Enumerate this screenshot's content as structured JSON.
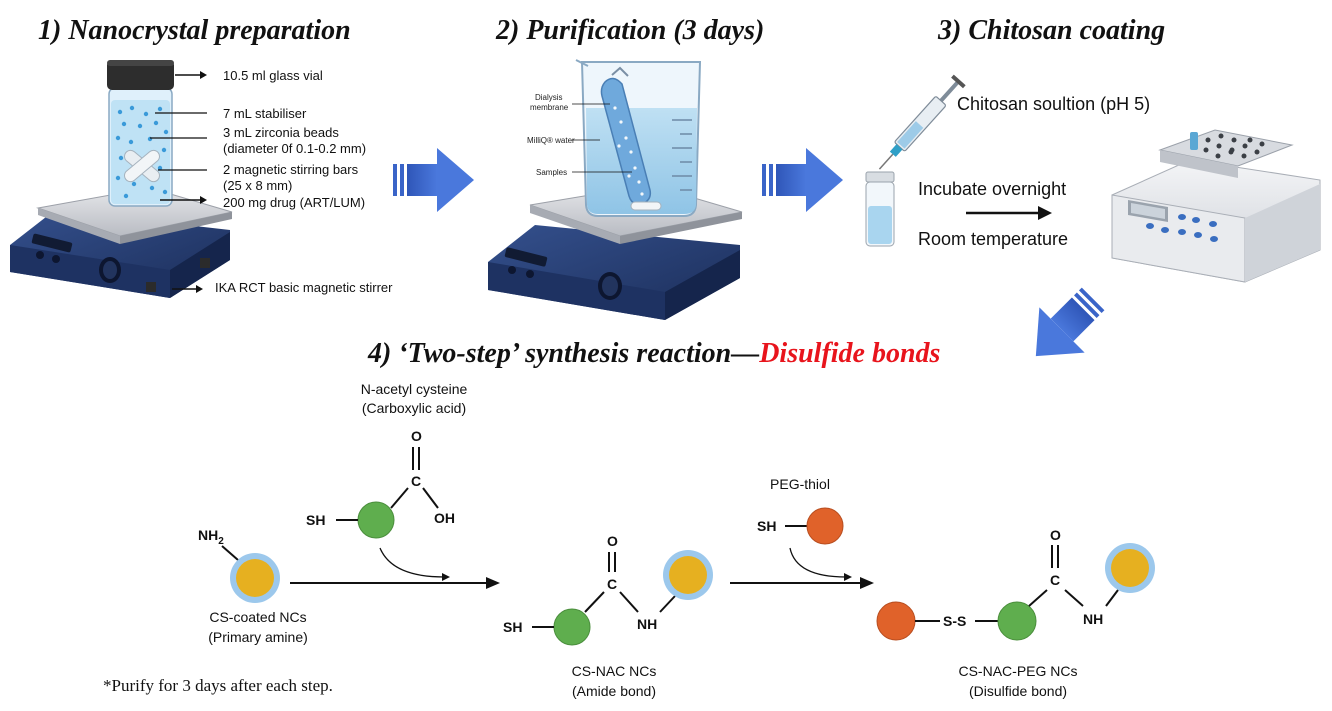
{
  "titles": {
    "step1": "1) Nanocrystal preparation",
    "step2": "2) Purification (3 days)",
    "step3": "3) Chitosan coating",
    "step4_prefix": "4) ‘Two-step’ synthesis reaction—",
    "step4_highlight": "Disulfide bonds"
  },
  "step1_labels": {
    "vial": "10.5 ml glass vial",
    "stabiliser": "7 mL stabiliser",
    "beads_line1": "3 mL zirconia beads",
    "beads_line2": "(diameter 0f 0.1-0.2 mm)",
    "bars_line1": "2 magnetic stirring bars",
    "bars_line2": "(25 x 8 mm)",
    "drug": "200 mg drug (ART/LUM)",
    "stirrer": "IKA RCT basic magnetic stirrer"
  },
  "step2_labels": {
    "membrane_line1": "Dialysis",
    "membrane_line2": "membrane",
    "water": "MilliQ® water",
    "samples": "Samples"
  },
  "step3_labels": {
    "chitosan": "Chitosan soultion (pH 5)",
    "incubate": "Incubate overnight",
    "room_temp": "Room temperature"
  },
  "reaction": {
    "nac_name": "N-acetyl cysteine",
    "nac_sub": "(Carboxylic acid)",
    "peg_name": "PEG-thiol",
    "cs_name": "CS-coated NCs",
    "cs_sub": "(Primary amine)",
    "csnac_name": "CS-NAC NCs",
    "csnac_sub": "(Amide bond)",
    "final_name": "CS-NAC-PEG NCs",
    "final_sub": "(Disulfide bond)",
    "atom_O": "O",
    "atom_C": "C",
    "atom_OH": "OH",
    "atom_SH": "SH",
    "atom_NH": "NH",
    "atom_NH2": "NH",
    "atom_NH2_sub": "2",
    "atom_SS": "S-S"
  },
  "footnote": "*Purify for 3 days after each step.",
  "colors": {
    "highlight": "#e8141c",
    "arrow_blue": "#3a64c8",
    "nc_gold": "#e6b020",
    "nc_shell": "#9cc8ec",
    "nac_green": "#5fae4e",
    "peg_orange": "#e0622a",
    "stirrer_navy": "#243a6b"
  }
}
